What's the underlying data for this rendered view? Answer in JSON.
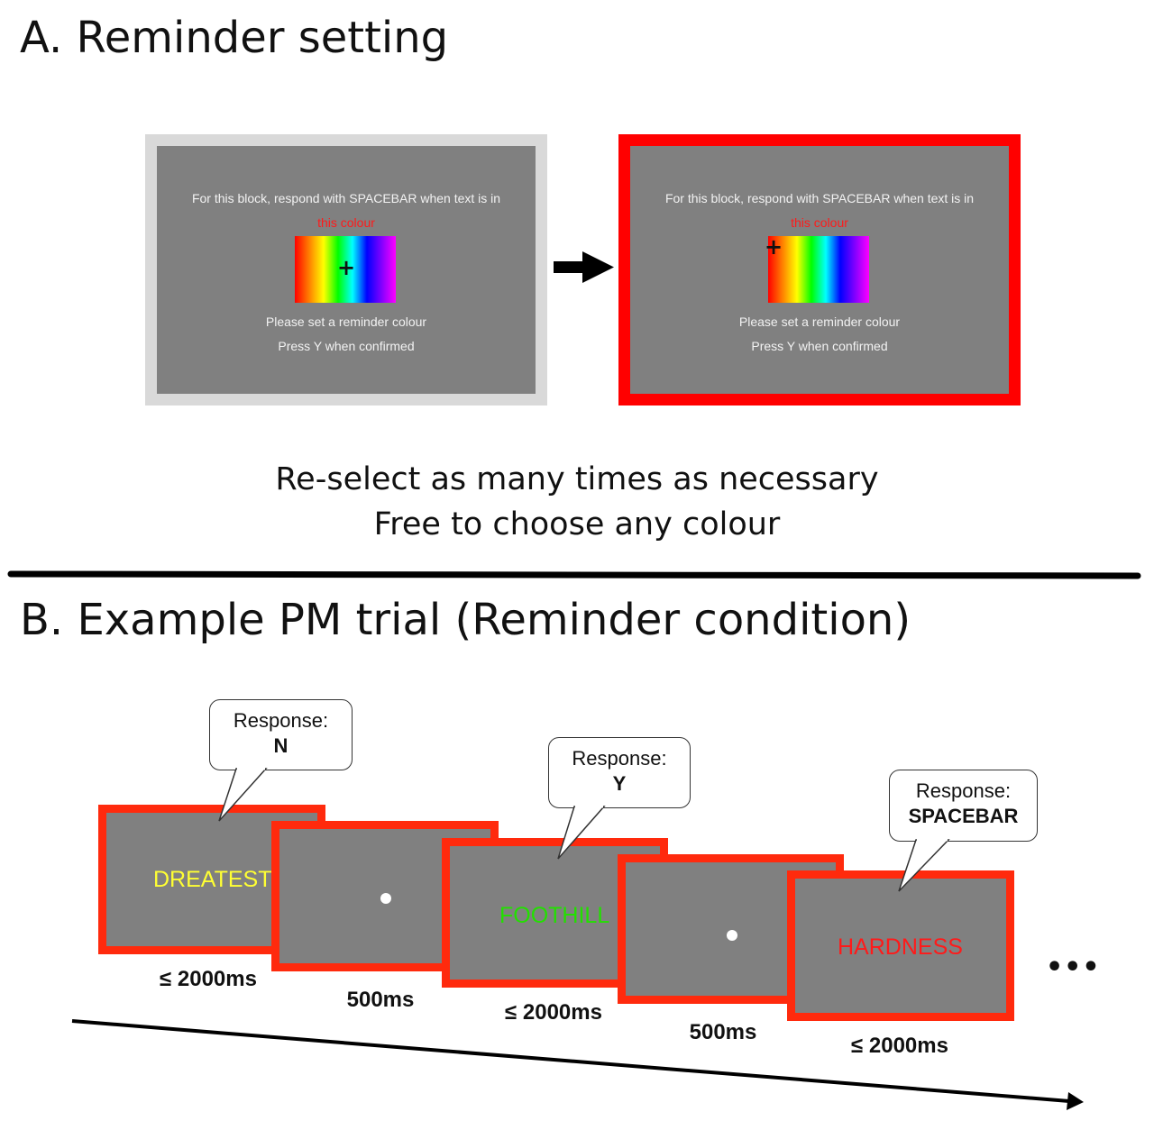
{
  "section_a": {
    "title": "A. Reminder setting",
    "screen": {
      "line1": "For this block, respond with SPACEBAR  when text is in",
      "line2": "this colour",
      "line3": "Please set a reminder colour",
      "line4": "Press Y when confirmed"
    },
    "note_line1": "Re-select as many times as necessary",
    "note_line2": "Free to choose any colour"
  },
  "section_b": {
    "title": "B. Example PM trial (Reminder condition)",
    "trials": [
      {
        "word": "DREATEST",
        "word_color": "#ffff33",
        "duration": "≤ 2000ms"
      },
      {
        "word": "",
        "duration": "500ms"
      },
      {
        "word": "FOOTHILL",
        "word_color": "#22e000",
        "duration": "≤ 2000ms"
      },
      {
        "word": "",
        "duration": "500ms"
      },
      {
        "word": "HARDNESS",
        "word_color": "#ff1a1a",
        "duration": "≤ 2000ms"
      }
    ],
    "bubbles": [
      {
        "label": "Response:",
        "key": "N"
      },
      {
        "label": "Response:",
        "key": "Y"
      },
      {
        "label": "Response:",
        "key": "SPACEBAR"
      }
    ],
    "ellipsis": "•••"
  },
  "colors": {
    "frame_highlight": "#ff0000",
    "frame_default": "#d9d9d9",
    "screen_gray": "#808080",
    "trial_border": "#ff2a0d"
  }
}
